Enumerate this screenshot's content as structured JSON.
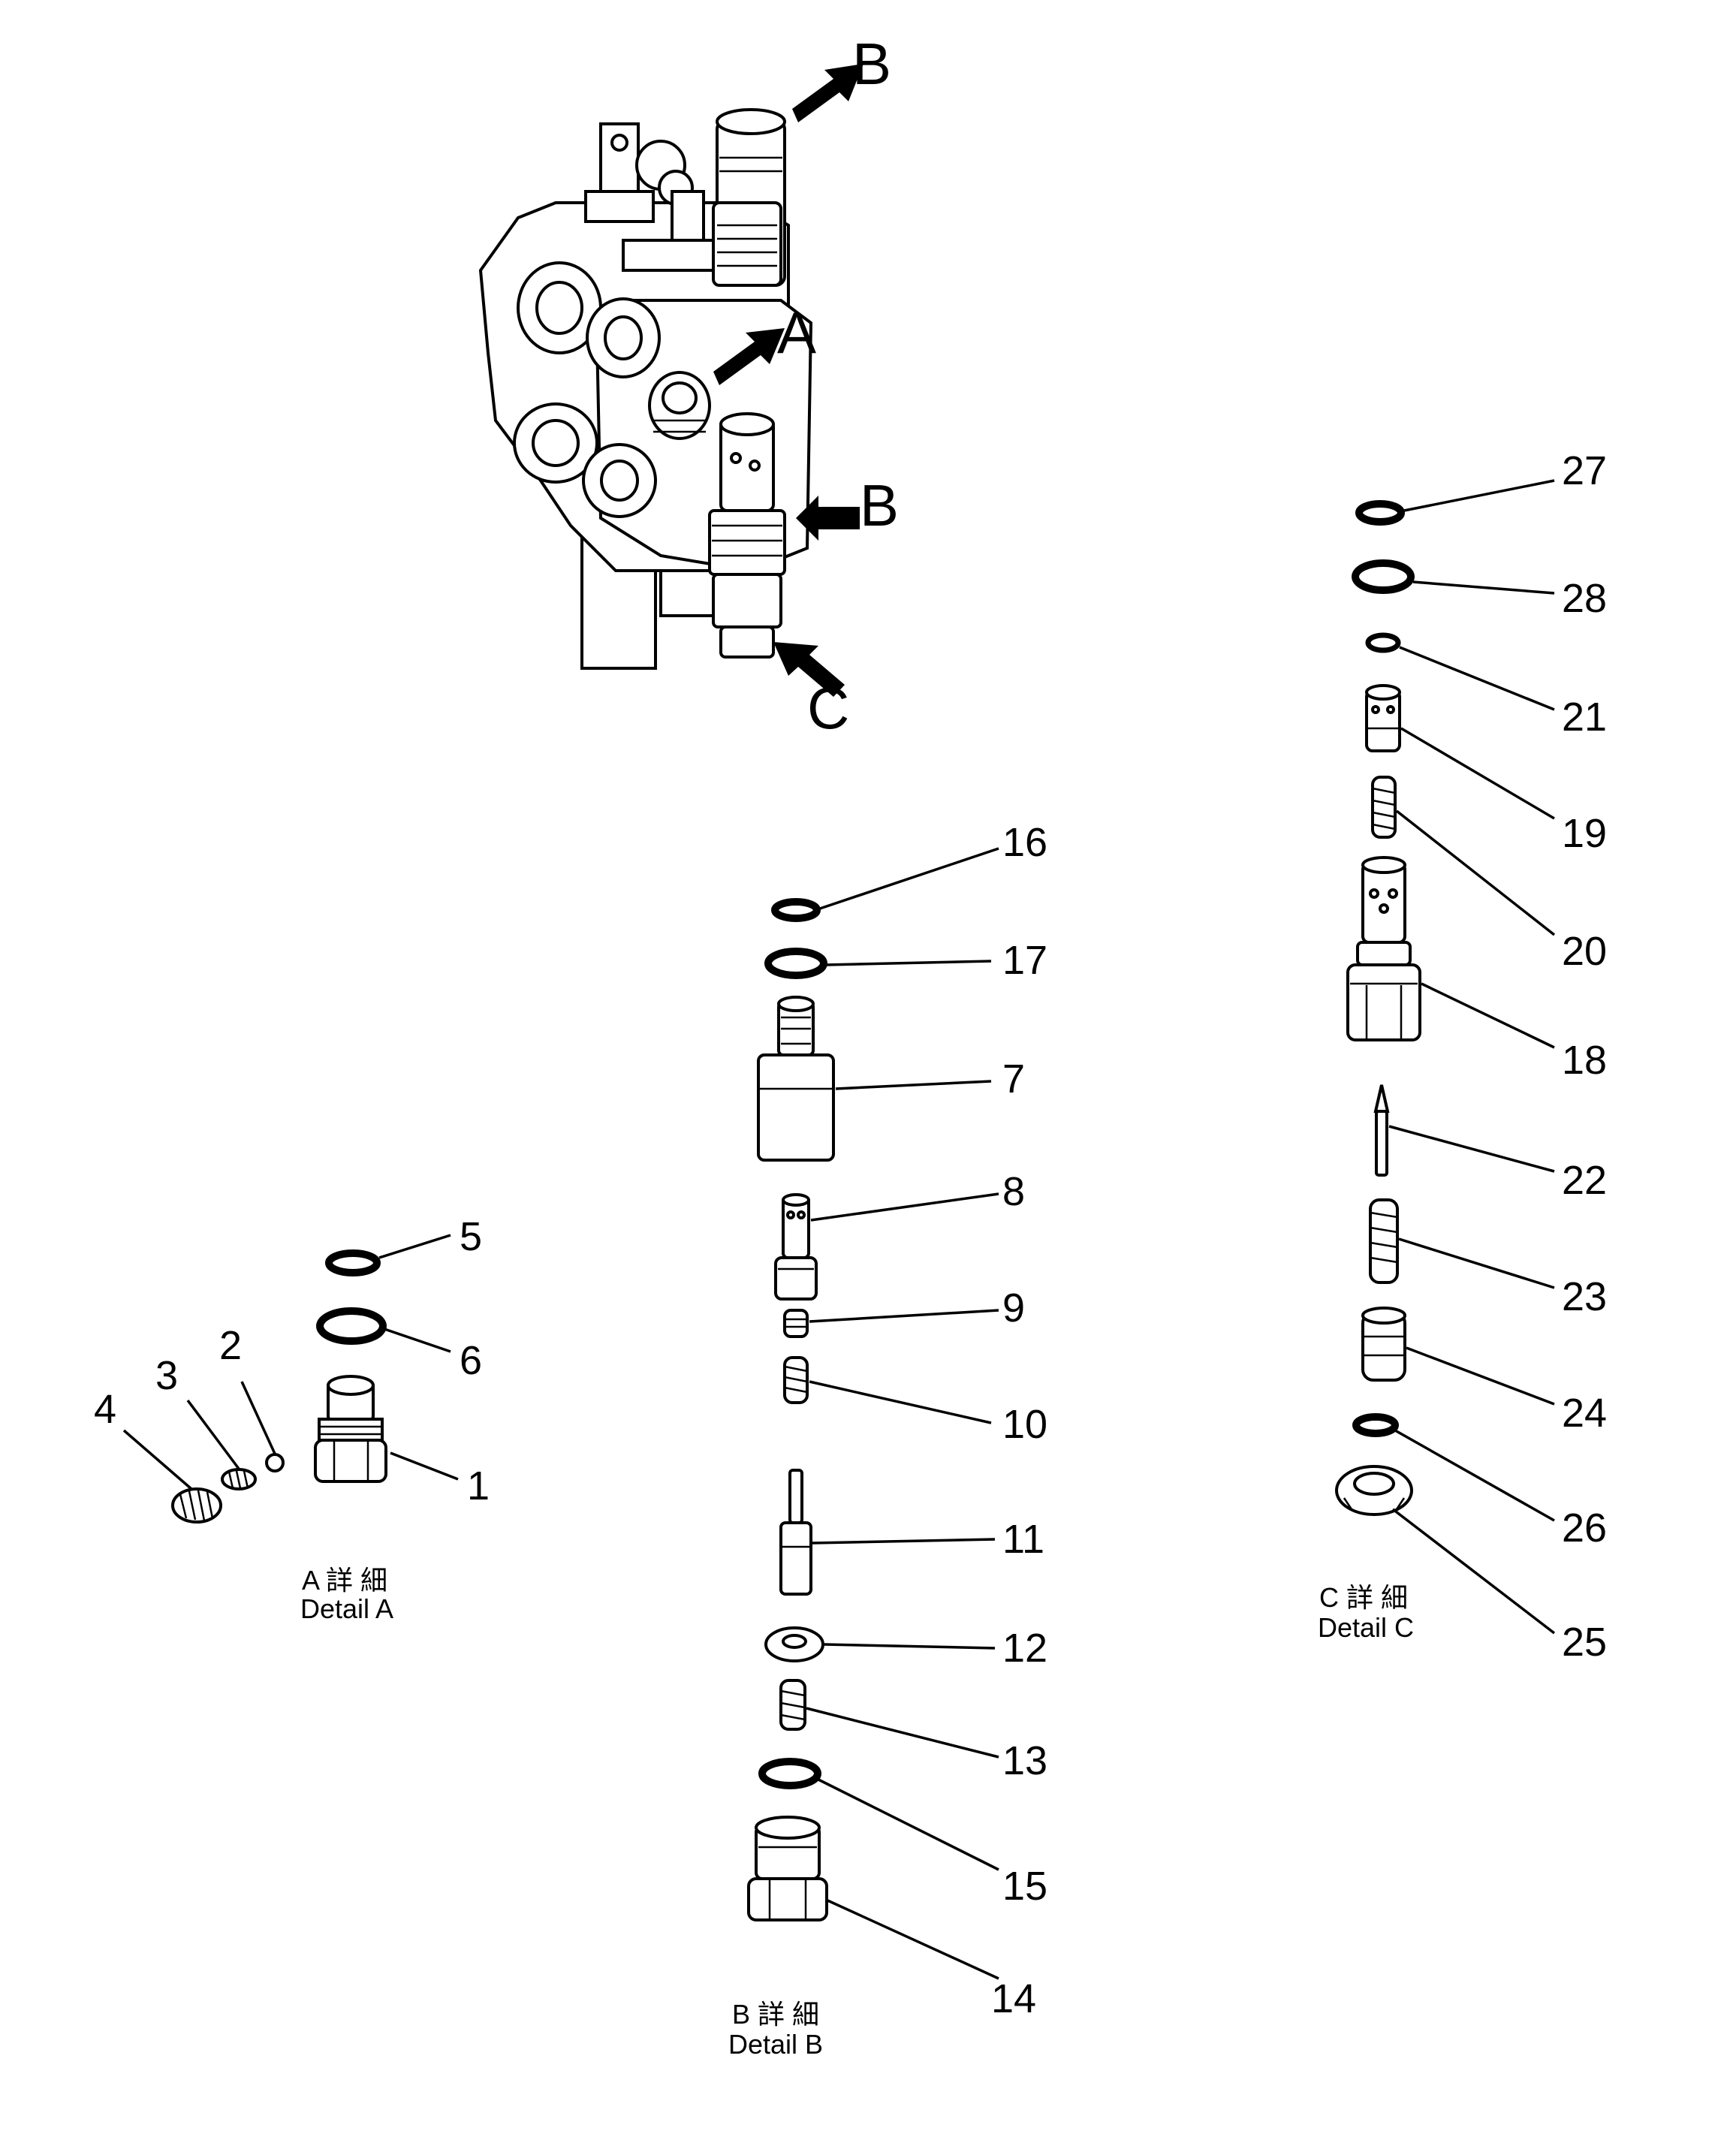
{
  "view_labels": {
    "a": "A",
    "b_top": "B",
    "b_mid": "B",
    "c": "C"
  },
  "callouts": {
    "n1": "1",
    "n2": "2",
    "n3": "3",
    "n4": "4",
    "n5": "5",
    "n6": "6",
    "n7": "7",
    "n8": "8",
    "n9": "9",
    "n10": "10",
    "n11": "11",
    "n12": "12",
    "n13": "13",
    "n14": "14",
    "n15": "15",
    "n16": "16",
    "n17": "17",
    "n18": "18",
    "n19": "19",
    "n20": "20",
    "n21": "21",
    "n22": "22",
    "n23": "23",
    "n24": "24",
    "n25": "25",
    "n26": "26",
    "n27": "27",
    "n28": "28"
  },
  "captions": {
    "detail_a": {
      "jp": "A 詳 細",
      "en": "Detail A"
    },
    "detail_b": {
      "jp": "B 詳 細",
      "en": "Detail B"
    },
    "detail_c": {
      "jp": "C 詳 細",
      "en": "Detail C"
    }
  }
}
